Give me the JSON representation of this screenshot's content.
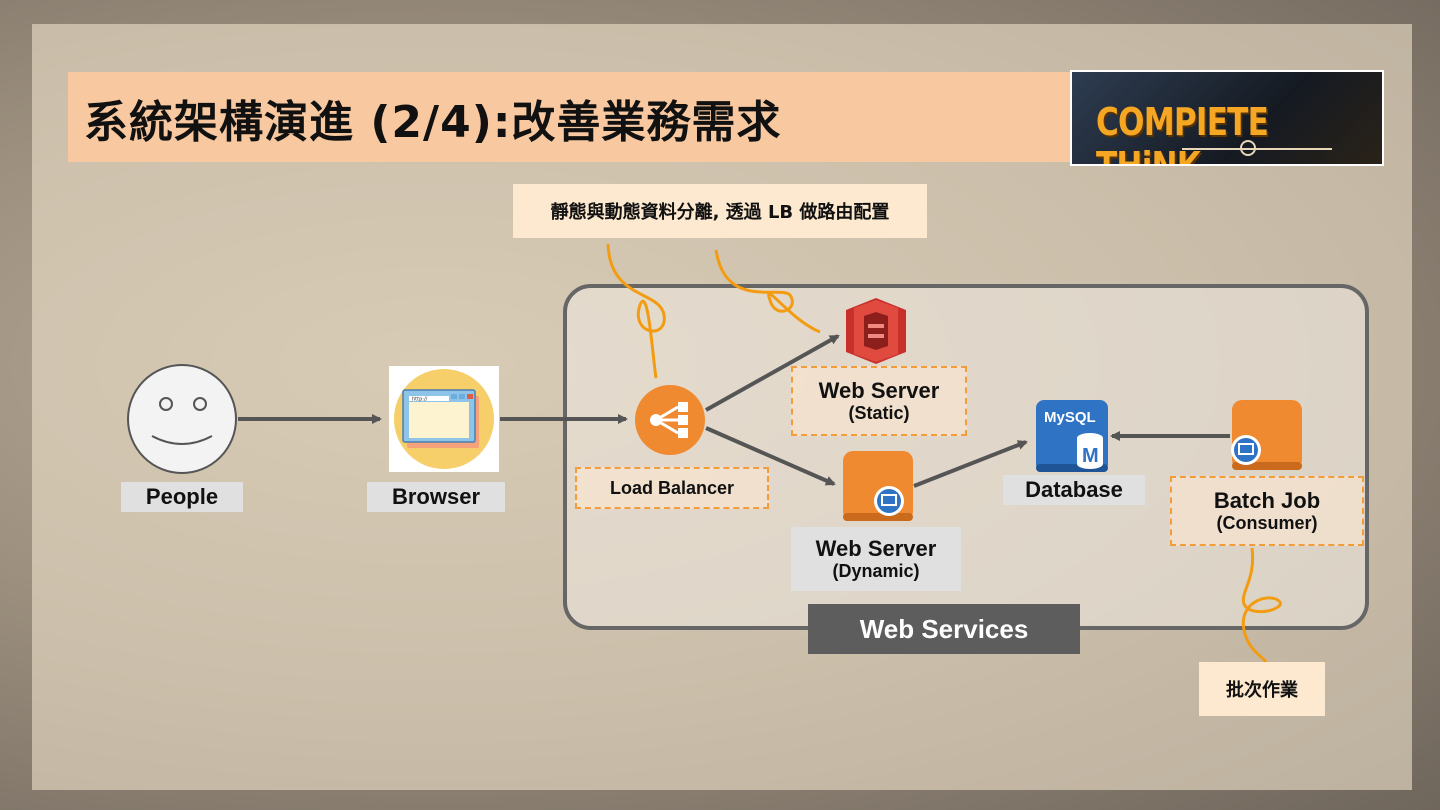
{
  "slide": {
    "title": "系統架構演進 (2/4):改善業務需求",
    "logo_text": "COMPIETE THiNK"
  },
  "notes": {
    "top": "靜態與動態資料分離, 透過 LB 做路由配置",
    "bottom": "批次作業"
  },
  "container_label": "Web Services",
  "nodes": {
    "people": "People",
    "browser": "Browser",
    "browser_url": "http://",
    "load_balancer": "Load Balancer",
    "static_server": {
      "main": "Web Server",
      "sub": "(Static)"
    },
    "dynamic_server": {
      "main": "Web Server",
      "sub": "(Dynamic)"
    },
    "database": "Database",
    "db_logo": "MySQL",
    "db_letter": "M",
    "batch_job": {
      "main": "Batch Job",
      "sub": "(Consumer)"
    }
  },
  "colors": {
    "accent_orange": "#f08a30",
    "callout_line": "#f39c12",
    "arrow": "#555555",
    "title_bar": "#f8c8a0",
    "container_label_bg": "#5d5d5d",
    "db_blue": "#2f73c4",
    "s3_red": "#d93a34"
  },
  "icons": [
    "smiley-face-icon",
    "browser-window-icon",
    "load-balancer-icon",
    "s3-bucket-icon",
    "ec2-instance-icon",
    "mysql-database-icon"
  ]
}
